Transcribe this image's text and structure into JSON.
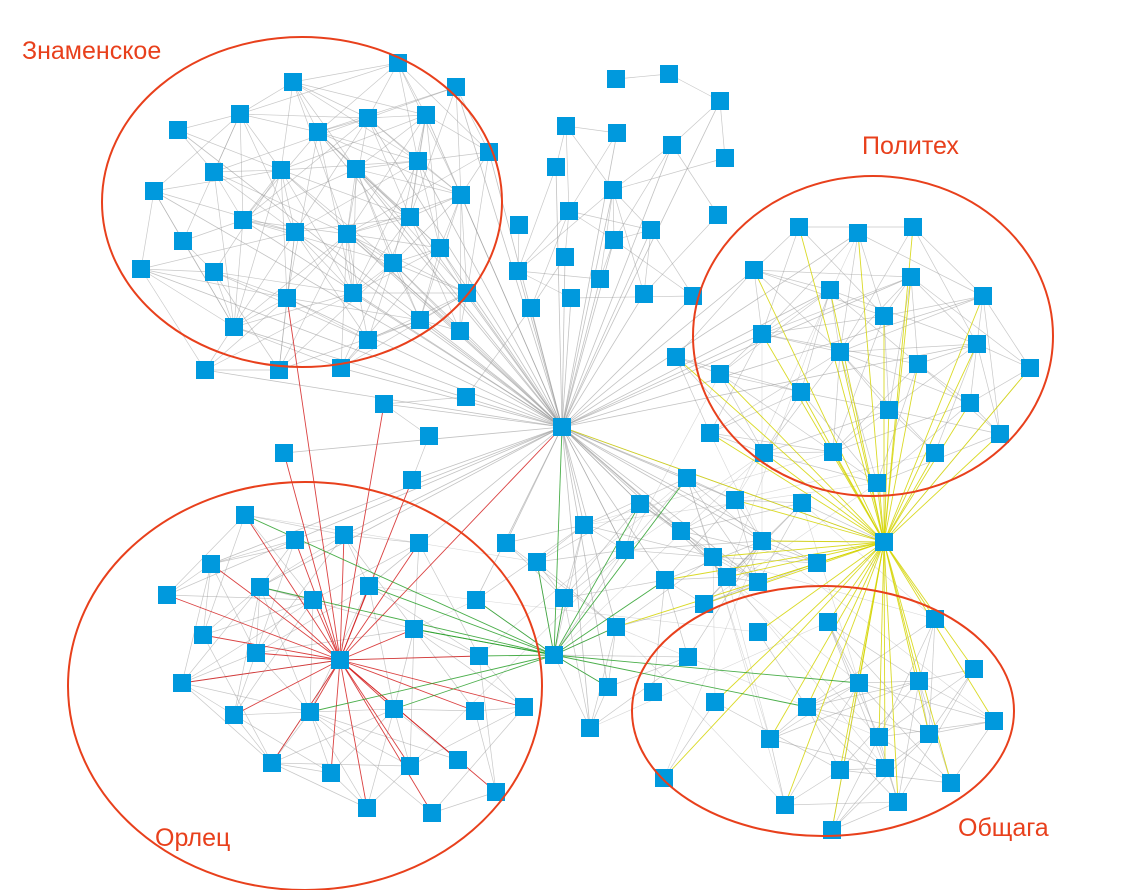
{
  "diagram": {
    "colors": {
      "background": "#ffffff",
      "node": "#0099dd",
      "edge_default": "#9a9a9a",
      "edge_orlets": "#d42020",
      "edge_center": "#2aa02a",
      "edge_polytech": "#d4d400",
      "cluster_outline": "#e8401c",
      "label": "#e8401c"
    },
    "clusters": [
      {
        "id": "znamenskoe",
        "label": "Знаменское"
      },
      {
        "id": "polytech",
        "label": "Политех"
      },
      {
        "id": "orlets",
        "label": "Орлец"
      },
      {
        "id": "obshchaga",
        "label": "Общага"
      }
    ]
  }
}
